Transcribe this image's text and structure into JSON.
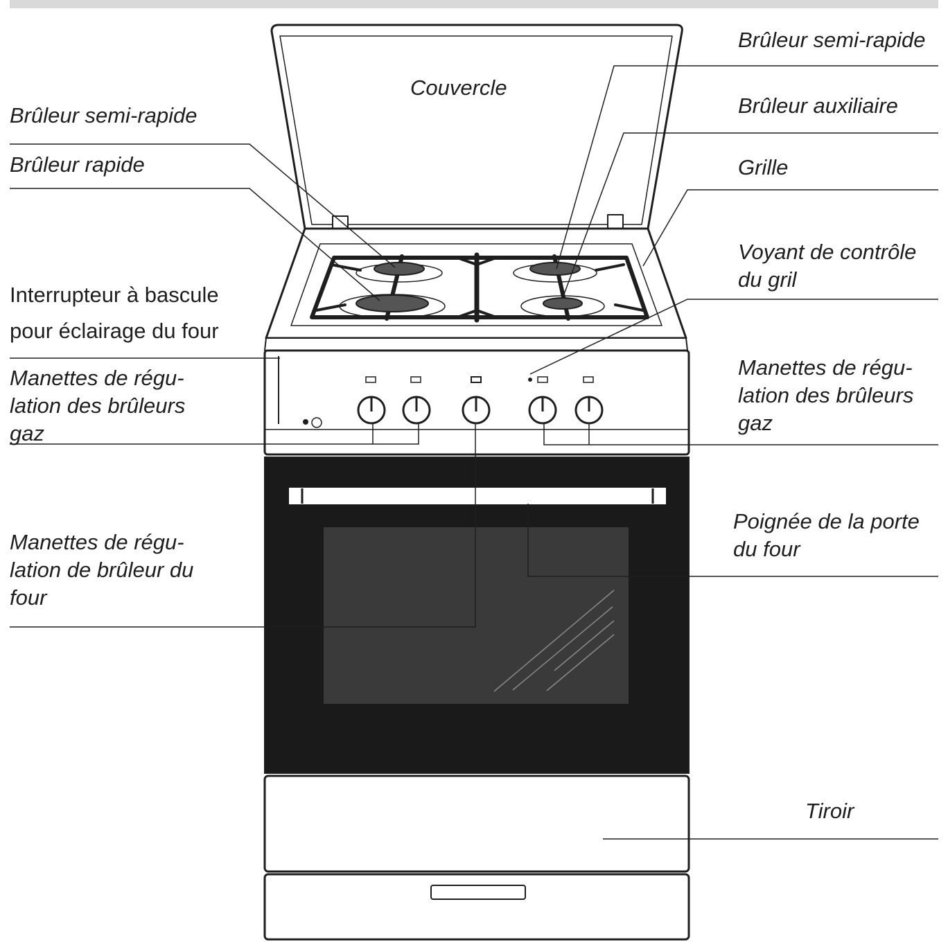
{
  "labels": {
    "couvercle": "Couvercle",
    "bruleur_semi_rapide_right": "Brûleur semi-rapide",
    "bruleur_auxiliaire": "Brûleur auxiliaire",
    "grille": "Grille",
    "voyant": [
      "Voyant de contrôle",
      "du gril"
    ],
    "manettes_right": [
      "Manettes de régu-",
      "lation des brûleurs",
      "gaz"
    ],
    "poignee": [
      "Poignée de la porte",
      "du four"
    ],
    "tiroir": "Tiroir",
    "bruleur_semi_rapide_left": "Brûleur semi-rapide",
    "bruleur_rapide": "Brûleur rapide",
    "interrupteur": [
      "Interrupteur à bascule",
      "pour éclairage du four"
    ],
    "manettes_left": [
      "Manettes de régu-",
      "lation des brûleurs",
      "gaz"
    ],
    "manettes_four": [
      "Manettes de régu-",
      "lation de brûleur du",
      "four"
    ]
  },
  "colors": {
    "ink": "#1e1e1e",
    "door": "#1a1a1a",
    "window": "#3a3a3a",
    "burner_cap": "#555555",
    "top_bar": "#d9d9d9"
  }
}
